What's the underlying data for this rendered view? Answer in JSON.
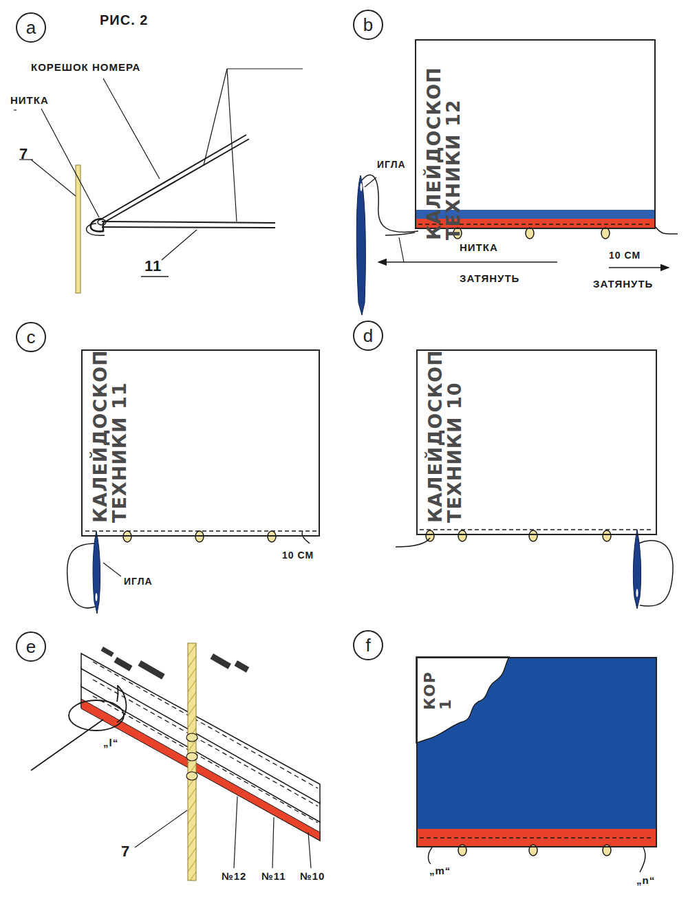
{
  "diagram": {
    "title": "РИС. 2",
    "nodes": [
      {
        "text": [
          "a"
        ]
      },
      {
        "text": [
          "b"
        ]
      },
      {
        "text": [
          "КАЛЕЙДОСКОП ТЕХНИКИ 12"
        ]
      },
      {
        "text": [
          "c"
        ]
      },
      {
        "text": [
          "КАЛЕЙДОСКОП ТЕХНИКИ 11"
        ]
      },
      {
        "text": [
          "d"
        ]
      },
      {
        "text": [
          "КАЛЕЙДОСКОП ТЕХНИКИ 10"
        ]
      },
      {
        "text": [
          "e"
        ]
      },
      {
        "text": [
          "f"
        ]
      },
      {
        "text": [
          "КОР 1"
        ]
      }
    ],
    "labels": [
      "КОРЕШОК НОМЕРА",
      "НИТКА",
      "7",
      "11",
      "ИГЛА",
      "НИТКА",
      "ЗАТЯНУТЬ",
      "10 СМ",
      "ЗАТЯНУТЬ",
      "ИГЛА",
      "10 СМ",
      "„l“",
      "7",
      "№12",
      "№11",
      "№10",
      "„m“",
      "„n“"
    ]
  }
}
